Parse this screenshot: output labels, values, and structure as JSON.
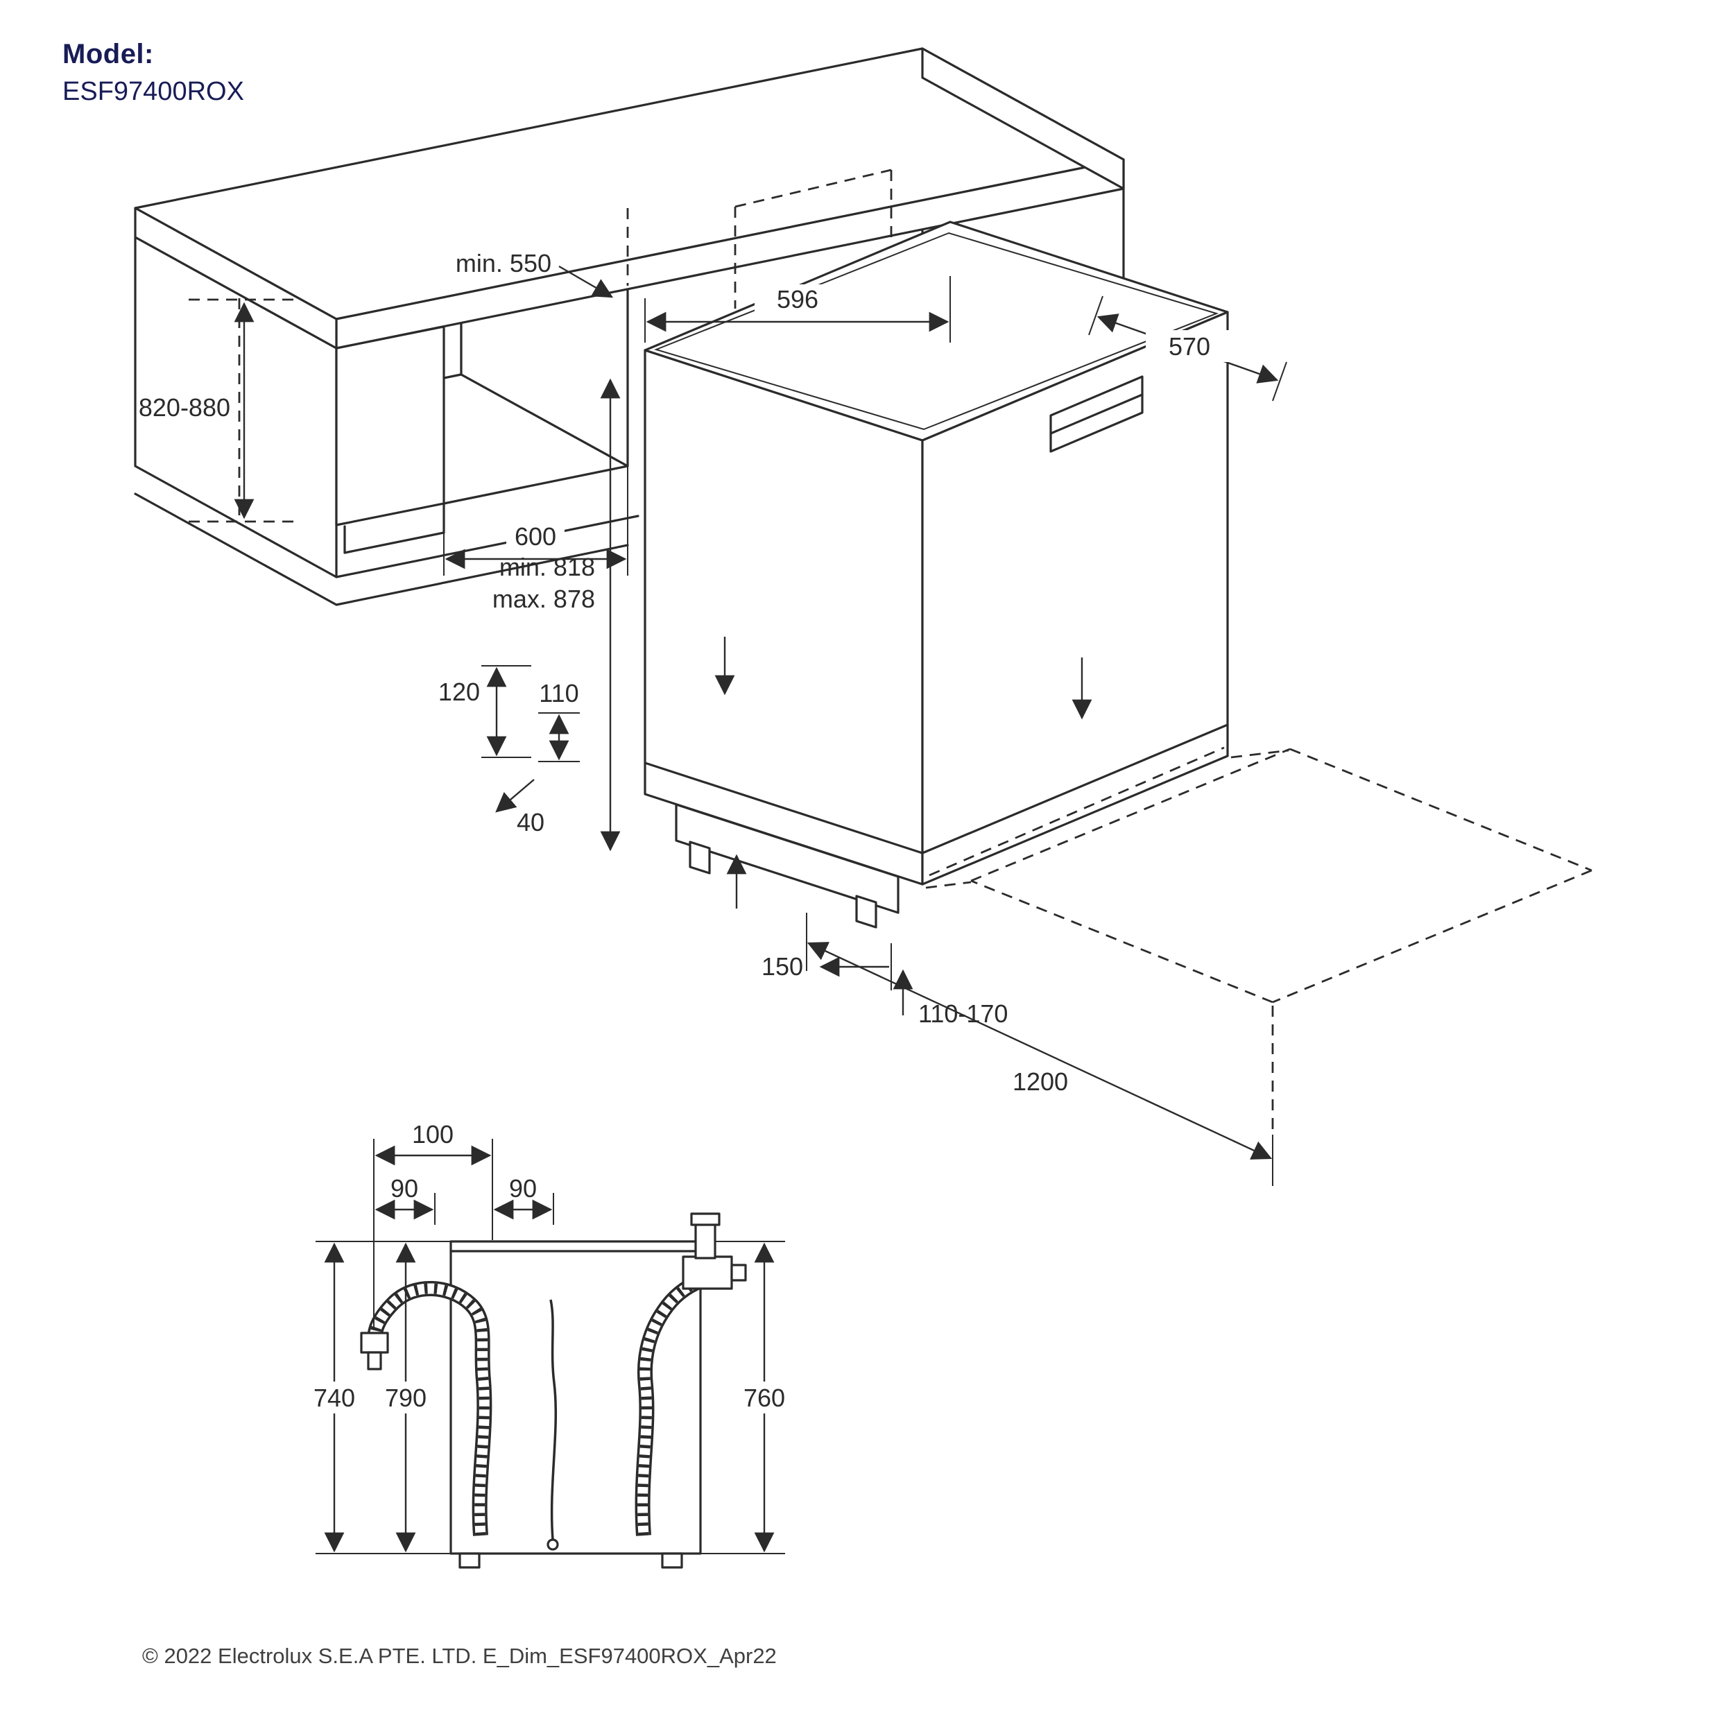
{
  "colors": {
    "accent": "#181c56",
    "line": "#2b2b2b",
    "muted": "#3f3f3f"
  },
  "header": {
    "model_label": "Model:",
    "model_number": "ESF97400ROX"
  },
  "installation": {
    "dims": {
      "width": "596",
      "depth": "570",
      "niche_depth": "min. 550",
      "counter_height": "820-880",
      "niche_width": "600",
      "height_min": "min. 818",
      "height_max": "max. 878",
      "plinth_120": "120",
      "plinth_110": "110",
      "plinth_40": "40",
      "recess_150": "150",
      "feet_range": "110-170",
      "door_clearance": "1200"
    }
  },
  "rear_view": {
    "dims": {
      "hose_100": "100",
      "hose_90_left": "90",
      "hose_90_right": "90",
      "drain_hose": "740",
      "power_cord": "790",
      "inlet_hose": "760"
    }
  },
  "footer": {
    "copyright": "© 2022 Electrolux S.E.A PTE. LTD. E_Dim_ESF97400ROX_Apr22"
  }
}
